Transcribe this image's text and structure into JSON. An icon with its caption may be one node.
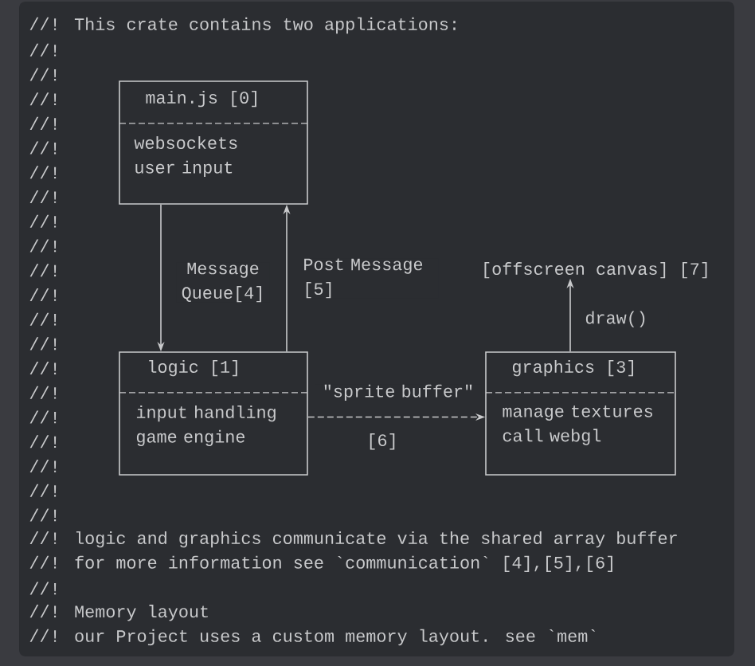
{
  "diagram": {
    "nodes": [
      {
        "text": [
          "main.js [0]",
          "websockets user input"
        ]
      },
      {
        "text": [
          "[offscreen canvas] [7]"
        ]
      },
      {
        "text": [
          "logic [1]",
          "input handling game engine"
        ]
      },
      {
        "text": [
          "graphics [3]",
          "manage textures call webgl"
        ]
      }
    ],
    "edges": [
      {
        "from": 0,
        "to": 2,
        "arrow": "to",
        "label": "Message Queue[4]"
      },
      {
        "from": 2,
        "to": 0,
        "arrow": "to",
        "label": "Post Message [5]"
      },
      {
        "from": 2,
        "to": 3,
        "arrow": "to",
        "label": "\"sprite buffer\"",
        "style": "dashed"
      },
      {
        "from": 3,
        "to": 1,
        "arrow": "to",
        "label": "draw()"
      }
    ],
    "labels": [
      "//! This crate contains two applications:",
      "//!",
      "//!",
      "//!",
      "//!",
      "//!",
      "//!",
      "//!",
      "//!",
      "//!",
      "//!",
      "//!",
      "//!",
      "//!",
      "//!",
      "//!",
      "//!",
      "//!",
      "[6]",
      "//!",
      "//!",
      "//!",
      "//! logic and graphics communicate via the shared array buffer",
      "//! for more information see `communication` [4],[5],[6]",
      "//!",
      "//! Memory layout",
      "//! our Project uses a custom memory layout. see `mem`"
    ]
  }
}
